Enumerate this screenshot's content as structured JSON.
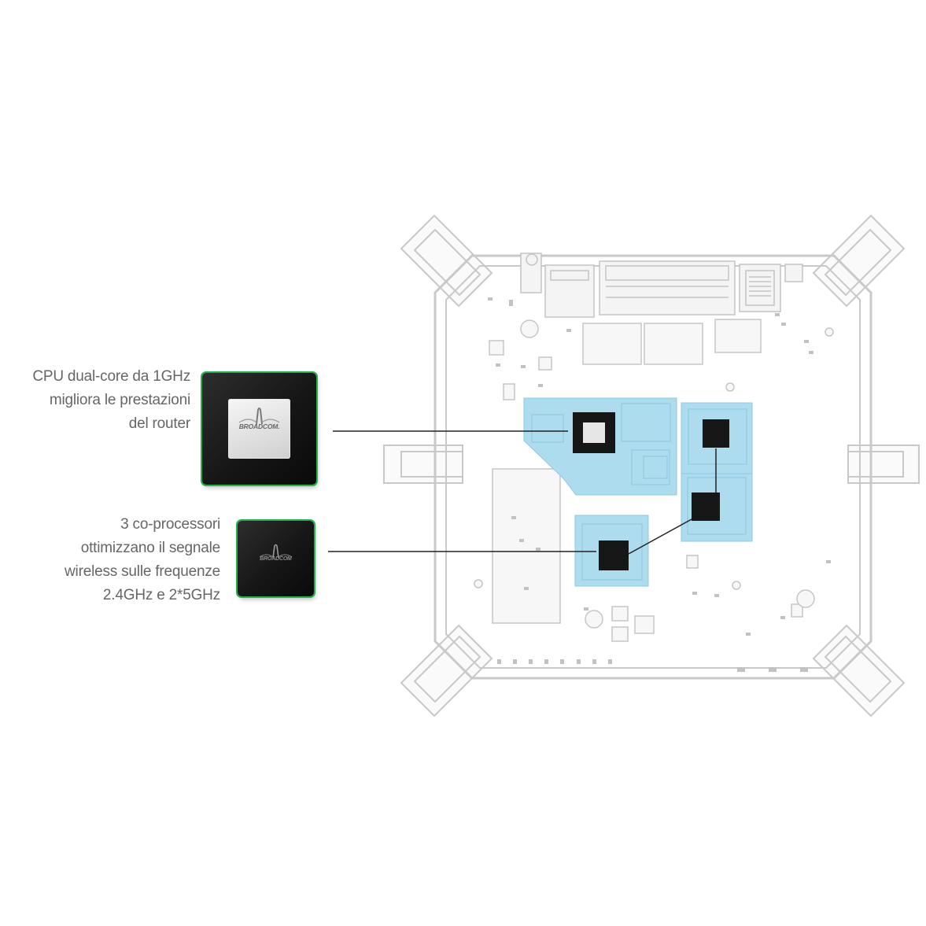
{
  "cpu_caption": {
    "lines": [
      "CPU dual-core da 1GHz",
      "migliora le prestazioni",
      "del router"
    ]
  },
  "coprocessor_caption": {
    "lines": [
      "3 co-processori",
      "ottimizzano il segnale",
      "wireless sulle frequenze",
      "2.4GHz e 2*5GHz"
    ]
  },
  "chips": {
    "cpu_brand": "BROADCOM.",
    "coprocessor_brand": "BROADCOM"
  },
  "colors": {
    "highlight": "#aedcef",
    "chip_glow": "#20b34a",
    "board_line": "#c9c9c9",
    "caption_text": "#666666"
  }
}
